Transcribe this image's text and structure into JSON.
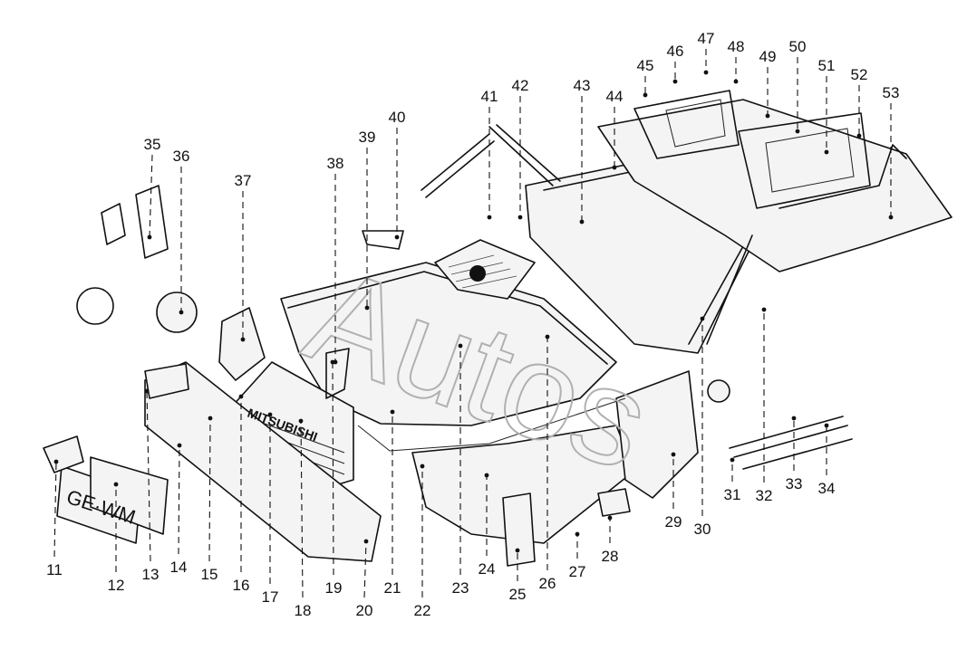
{
  "watermark": "Autos",
  "plate_text": "GE·WM",
  "grille_text": "MITSUBISHI",
  "part_labels": [
    {
      "id": "11",
      "text": "11"
    },
    {
      "id": "12",
      "text": "12"
    },
    {
      "id": "13",
      "text": "13"
    },
    {
      "id": "14",
      "text": "14"
    },
    {
      "id": "15",
      "text": "15"
    },
    {
      "id": "16",
      "text": "16"
    },
    {
      "id": "17",
      "text": "17"
    },
    {
      "id": "18",
      "text": "18"
    },
    {
      "id": "19",
      "text": "19"
    },
    {
      "id": "20",
      "text": "20"
    },
    {
      "id": "21",
      "text": "21"
    },
    {
      "id": "22",
      "text": "22"
    },
    {
      "id": "23",
      "text": "23"
    },
    {
      "id": "24",
      "text": "24"
    },
    {
      "id": "25",
      "text": "25"
    },
    {
      "id": "26",
      "text": "26"
    },
    {
      "id": "27",
      "text": "27"
    },
    {
      "id": "28",
      "text": "28"
    },
    {
      "id": "29",
      "text": "29"
    },
    {
      "id": "30",
      "text": "30"
    },
    {
      "id": "31",
      "text": "31"
    },
    {
      "id": "32",
      "text": "32"
    },
    {
      "id": "33",
      "text": "33"
    },
    {
      "id": "34",
      "text": "34"
    },
    {
      "id": "35",
      "text": "35"
    },
    {
      "id": "36",
      "text": "36"
    },
    {
      "id": "37",
      "text": "37"
    },
    {
      "id": "38",
      "text": "38"
    },
    {
      "id": "39",
      "text": "39"
    },
    {
      "id": "40",
      "text": "40"
    },
    {
      "id": "41",
      "text": "41"
    },
    {
      "id": "42",
      "text": "42"
    },
    {
      "id": "43",
      "text": "43"
    },
    {
      "id": "44",
      "text": "44"
    },
    {
      "id": "45",
      "text": "45"
    },
    {
      "id": "46",
      "text": "46"
    },
    {
      "id": "47",
      "text": "47"
    },
    {
      "id": "48",
      "text": "48"
    },
    {
      "id": "49",
      "text": "49"
    },
    {
      "id": "50",
      "text": "50"
    },
    {
      "id": "51",
      "text": "51"
    },
    {
      "id": "52",
      "text": "52"
    },
    {
      "id": "53",
      "text": "53"
    }
  ]
}
